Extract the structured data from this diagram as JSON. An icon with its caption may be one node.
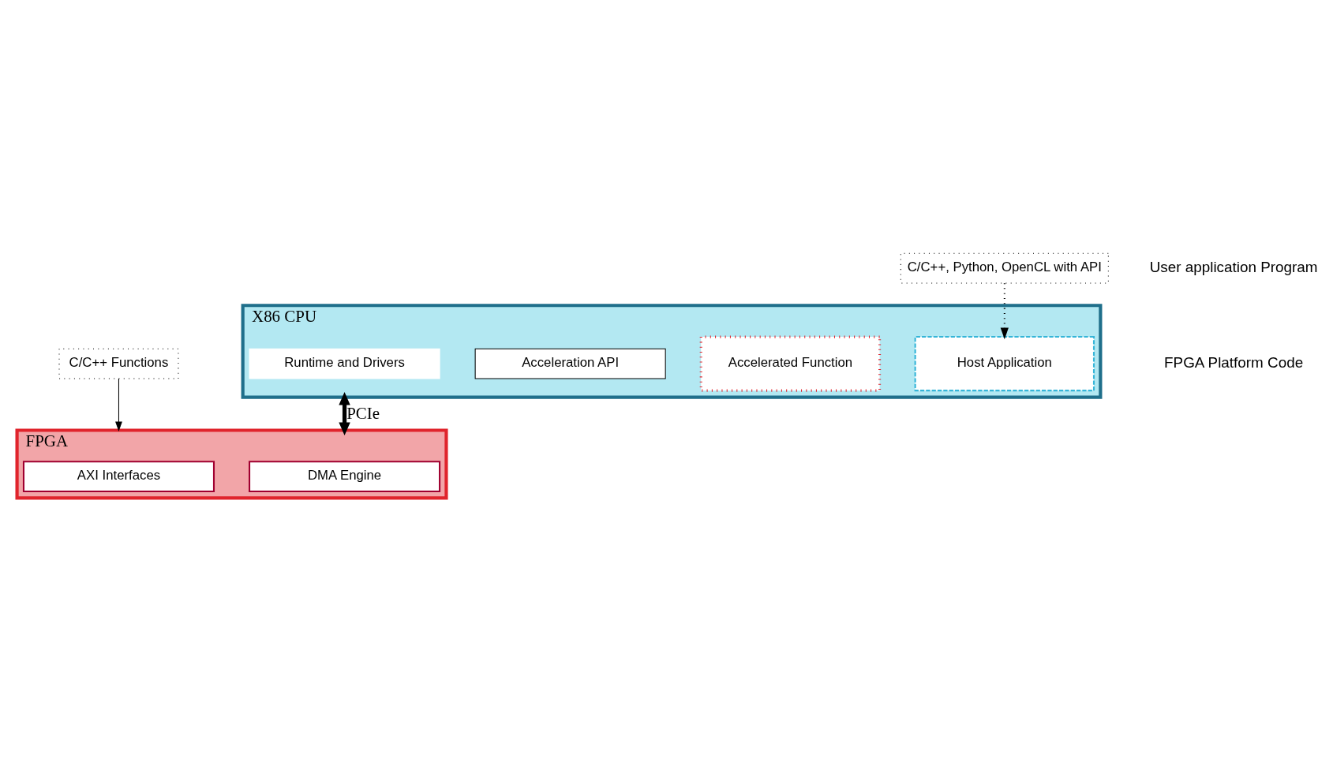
{
  "diagram": {
    "nodes": [
      {
        "text": [
          "X86 CPU"
        ]
      },
      {
        "text": [
          "Host Application"
        ],
        "in": 0
      },
      {
        "text": [
          "Accelerated Function"
        ],
        "in": 0
      },
      {
        "text": [
          "Acceleration API"
        ],
        "in": 0
      },
      {
        "text": [
          "Runtime and Drivers"
        ],
        "in": 0
      },
      {
        "text": [
          "FPGA"
        ]
      },
      {
        "text": [
          "AXI Interfaces"
        ],
        "in": 5
      },
      {
        "text": [
          "DMA Engine"
        ],
        "in": 5
      },
      {
        "text": [
          "C/C++, Python, OpenCL with API"
        ]
      },
      {
        "text": [
          "C/C++ Functions"
        ]
      }
    ],
    "edges": [
      {
        "from": 8,
        "to": 1,
        "arrow": "to",
        "style": "dashed"
      },
      {
        "from": 9,
        "to": 5,
        "arrow": "to"
      },
      {
        "from": 0,
        "to": 5,
        "arrow": "both",
        "label": "PCIe",
        "style": "thick"
      }
    ],
    "labels": [
      "User application Program",
      "FPGA Platform Code"
    ]
  }
}
